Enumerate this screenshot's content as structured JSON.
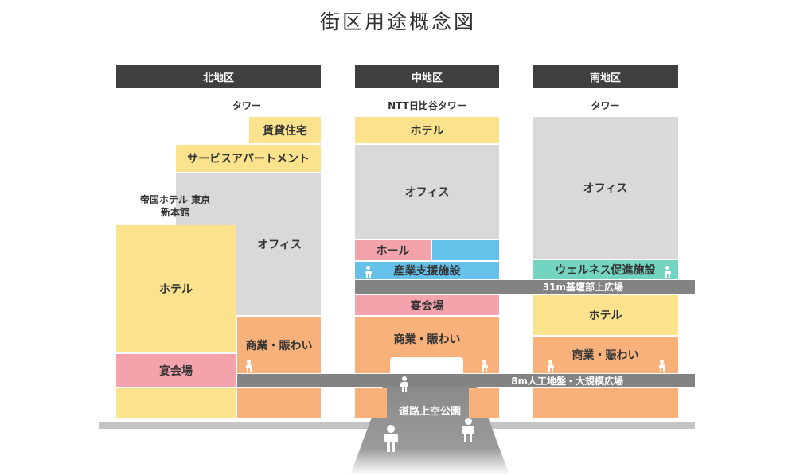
{
  "title": "街区用途概念図",
  "districts": {
    "north": {
      "header": "北地区",
      "tower": "タワー",
      "building_label": "帝国ホテル 東京\n新本館",
      "blocks": {
        "rental_housing": "賃貸住宅",
        "serviced_apartment": "サービスアパートメント",
        "office": "オフィス",
        "hotel": "ホテル",
        "banquet": "宴会場",
        "commerce": "商業・賑わい"
      }
    },
    "central": {
      "header": "中地区",
      "tower": "NTT日比谷タワー",
      "blocks": {
        "hotel": "ホテル",
        "office": "オフィス",
        "hall": "ホール",
        "industry_support": "産業支援施設",
        "banquet": "宴会場",
        "commerce": "商業・賑わい"
      }
    },
    "south": {
      "header": "南地区",
      "tower": "タワー",
      "blocks": {
        "office": "オフィス",
        "wellness": "ウェルネス促進施設",
        "hotel": "ホテル",
        "commerce": "商業・賑わい"
      }
    }
  },
  "bands": {
    "plaza_31m": "31m基壇部上広場",
    "plaza_8m": "8m人工地盤・大規模広場"
  },
  "road": "道路上空公園",
  "colors": {
    "housing_hotel": "#fbe38e",
    "office": "#d9d9d9",
    "banquet": "#f4a2ab",
    "industry": "#66c1ea",
    "wellness": "#73d4c0",
    "commerce": "#f9b17c",
    "plaza": "#838383"
  }
}
